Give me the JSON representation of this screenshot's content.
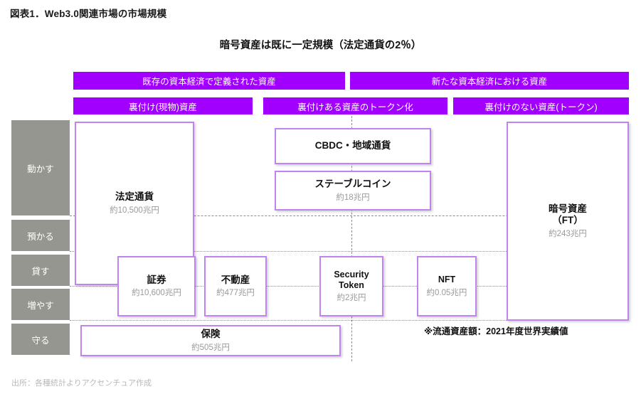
{
  "figure": {
    "title": "図表1．Web3.0関連市場の市場規模",
    "subtitle": "暗号資産は既に一定規模（法定通貨の2％）",
    "source": "出所：各種統計よりアクセンチュア作成",
    "footnote": "※流通資産額：2021年度世界実績値",
    "accent_color": "#A100FF",
    "box_border_color": "#C183F0",
    "row_label_color": "#969690"
  },
  "tier1_bands": [
    {
      "label": "既存の資本経済で定義された資産"
    },
    {
      "label": "新たな資本経済における資産"
    }
  ],
  "tier2_bands": [
    {
      "label": "裏付け(現物)資産"
    },
    {
      "label": "裏付けある資産のトークン化"
    },
    {
      "label": "裏付けのない資産(トークン)"
    }
  ],
  "row_labels": [
    {
      "label": "動かす"
    },
    {
      "label": "預かる"
    },
    {
      "label": "貸す"
    },
    {
      "label": "増やす"
    },
    {
      "label": "守る"
    }
  ],
  "chart_data": {
    "type": "table",
    "title": "Web3.0関連市場の市場規模",
    "subtitle": "暗号資産は既に一定規模（法定通貨の2％）",
    "unit": "兆円",
    "note": "※流通資産額：2021年度世界実績値",
    "columns": [
      "裏付け(現物)資産",
      "裏付けある資産のトークン化",
      "裏付けのない資産(トークン)"
    ],
    "rows": [
      "動かす",
      "預かる",
      "貸す",
      "増やす",
      "守る"
    ],
    "items": [
      {
        "name": "法定通貨",
        "value": "約10,500兆円",
        "amount": 10500,
        "column": "裏付け(現物)資産"
      },
      {
        "name": "証券",
        "value": "約10,600兆円",
        "amount": 10600,
        "column": "裏付け(現物)資産"
      },
      {
        "name": "不動産",
        "value": "約477兆円",
        "amount": 477,
        "column": "裏付け(現物)資産"
      },
      {
        "name": "保険",
        "value": "約505兆円",
        "amount": 505,
        "column": "裏付け(現物)資産"
      },
      {
        "name": "CBDC・地域通貨",
        "value": "",
        "amount": null,
        "column": "裏付けある資産のトークン化"
      },
      {
        "name": "ステーブルコイン",
        "value": "約18兆円",
        "amount": 18,
        "column": "裏付けある資産のトークン化"
      },
      {
        "name": "Security Token",
        "value": "約2兆円",
        "amount": 2,
        "column": "裏付けある資産のトークン化"
      },
      {
        "name": "NFT",
        "value": "約0.05兆円",
        "amount": 0.05,
        "column": "裏付けある資産のトークン化"
      },
      {
        "name": "暗号資産（FT）",
        "value": "約243兆円",
        "amount": 243,
        "column": "裏付けのない資産(トークン)"
      }
    ]
  },
  "boxes": {
    "fiat": {
      "name": "法定通貨",
      "value": "約10,500兆円"
    },
    "securities": {
      "name": "証券",
      "value": "約10,600兆円"
    },
    "realestate": {
      "name": "不動産",
      "value": "約477兆円"
    },
    "insurance": {
      "name": "保険",
      "value": "約505兆円"
    },
    "cbdc": {
      "name": "CBDC・地域通貨",
      "value": ""
    },
    "stablecoin": {
      "name": "ステーブルコイン",
      "value": "約18兆円"
    },
    "sectoken_l1": {
      "name": "Security",
      "value": ""
    },
    "sectoken_l2": {
      "name": "Token",
      "value": "約2兆円"
    },
    "nft": {
      "name": "NFT",
      "value": "約0.05兆円"
    },
    "crypto_l1": {
      "name": "暗号資産",
      "value": ""
    },
    "crypto_l2": {
      "name": "（FT）",
      "value": "約243兆円"
    }
  }
}
